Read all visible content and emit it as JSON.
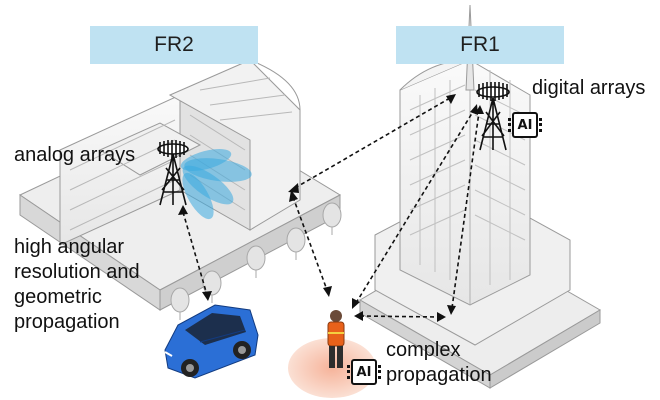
{
  "bands": {
    "fr2": "FR2",
    "fr1": "FR1"
  },
  "labels": {
    "analog_arrays": "analog arrays",
    "digital_arrays": "digital arrays",
    "high_angular": [
      "high angular",
      "resolution and",
      "geometric",
      "propagation"
    ],
    "complex": [
      "complex",
      "propagation"
    ]
  },
  "ai_chip": {
    "tower": "AI",
    "user": "AI"
  },
  "colors": {
    "band": "#bfe2f2",
    "beam": "#3aa9e0",
    "car": "#2b6fd6",
    "vest": "#e8611a",
    "user_glow": "#f8c8b4"
  },
  "icons": [
    "analog-antenna-icon",
    "digital-antenna-icon",
    "ai-chip-icon",
    "car-icon",
    "pedestrian-icon"
  ]
}
